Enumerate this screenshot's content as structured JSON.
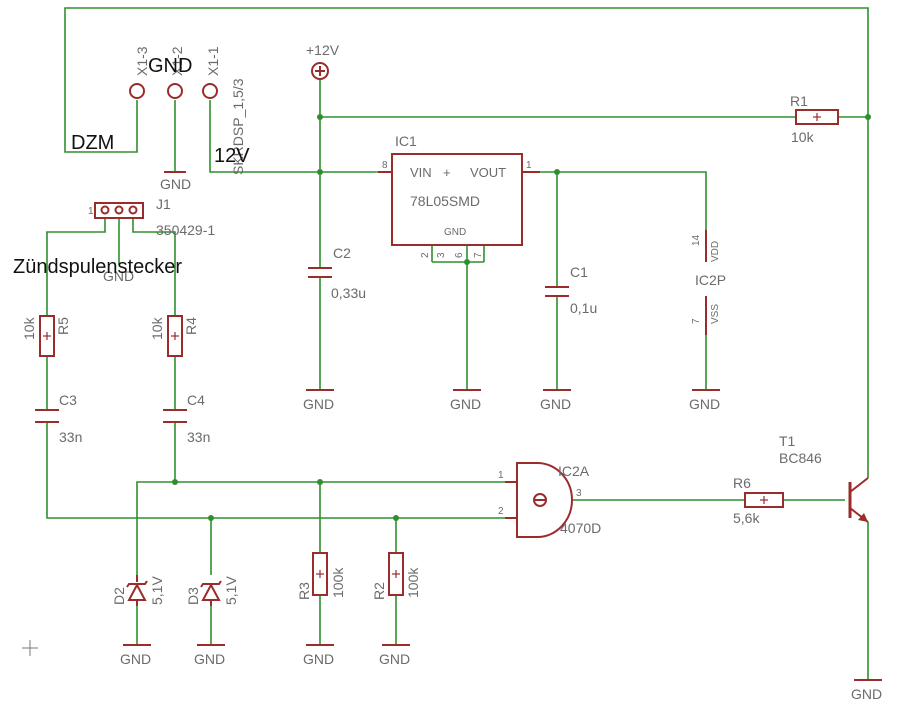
{
  "labels": {
    "gnd": "GND",
    "v12_power": "+12V",
    "gnd_header": "GND",
    "dzm": "DZM",
    "v12_text": "12V",
    "zuendspulenstecker": "Zündspulenstecker",
    "x1_3": "X1-3",
    "x1_2": "X1-2",
    "x1_1": "X1-1",
    "x1_type": "SKRDSP_1,5/3",
    "j1": "J1",
    "j1_type": "350429-1",
    "ic1": "IC1",
    "ic1_type": "78L05SMD",
    "ic1_vin": "VIN",
    "ic1_plus": "+",
    "ic1_vout": "VOUT",
    "ic1_gnd": "GND",
    "ic1_pin8": "8",
    "ic1_pin1": "1",
    "ic1_pin2": "2",
    "ic1_pin3": "3",
    "ic1_pin6": "6",
    "ic1_pin7": "7",
    "ic2p": "IC2P",
    "ic2p_vdd": "VDD",
    "ic2p_vss": "VSS",
    "ic2p_pin14": "14",
    "ic2p_pin7": "7",
    "ic2a": "IC2A",
    "ic2a_type": "4070D",
    "ic2a_pin1": "1",
    "ic2a_pin2": "2",
    "ic2a_pin3": "3",
    "j1_pin1": "1",
    "r1": "R1",
    "r1_val": "10k",
    "r2": "R2",
    "r2_val": "100k",
    "r3": "R3",
    "r3_val": "100k",
    "r4": "R4",
    "r4_val": "10k",
    "r5": "R5",
    "r5_val": "10k",
    "r6": "R6",
    "r6_val": "5,6k",
    "c1": "C1",
    "c1_val": "0,1u",
    "c2": "C2",
    "c2_val": "0,33u",
    "c3": "C3",
    "c3_val": "33n",
    "c4": "C4",
    "c4_val": "33n",
    "d2": "D2",
    "d2_val": "5,1V",
    "d3": "D3",
    "d3_val": "5,1V",
    "t1": "T1",
    "t1_type": "BC846"
  },
  "colors": {
    "wire": "#2f8f2f",
    "symbol": "#9b2c2c",
    "text": "#6b6b6b",
    "bold_text": "#111111"
  }
}
